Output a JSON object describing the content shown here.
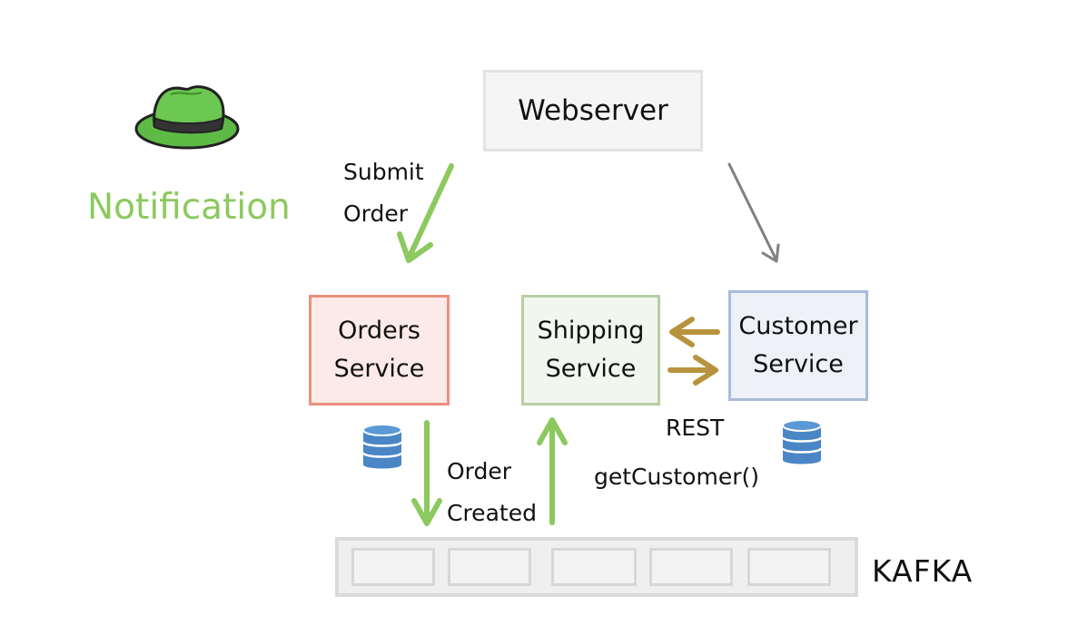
{
  "notification": {
    "label": "Notification",
    "icon": "green-hat-icon"
  },
  "webserver": {
    "label": "Webserver"
  },
  "orders_service": {
    "line1": "Orders",
    "line2": "Service"
  },
  "shipping_service": {
    "line1": "Shipping",
    "line2": "Service"
  },
  "customer_service": {
    "line1": "Customer",
    "line2": "Service"
  },
  "submit_order": {
    "line1": "Submit",
    "line2": "Order"
  },
  "order_created": {
    "line1": "Order",
    "line2": "Created"
  },
  "rest": {
    "label": "REST"
  },
  "get_customer": {
    "label": "getCustomer()"
  },
  "kafka": {
    "label": "KAFKA",
    "segments": 5
  },
  "colors": {
    "green_arrow": "#8cc95f",
    "gray_arrow": "#808080",
    "gold_arrow": "#b8923c",
    "database": "#4a86c5",
    "orders_border": "#ec8e7e",
    "shipping_border": "#b6cfa5",
    "customer_border": "#a8bbd9"
  }
}
